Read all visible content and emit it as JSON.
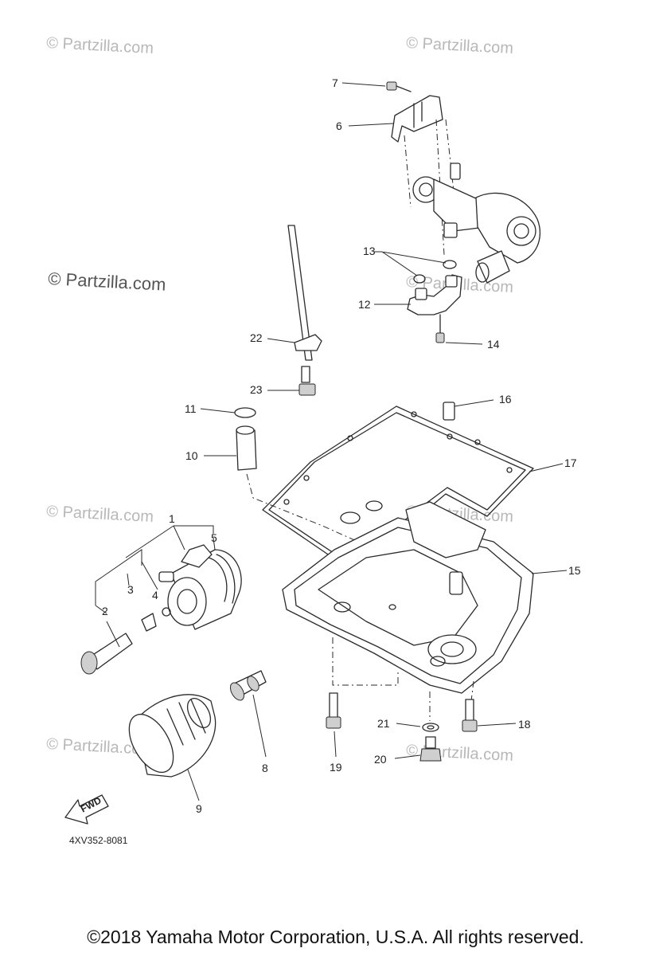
{
  "watermark_text": "© Partzilla.com",
  "copyright": "©2018 Yamaha Motor Corporation, U.S.A. All rights reserved.",
  "diagram_code": "4XV352-8081",
  "fwd_label": "FWD",
  "callouts": [
    "1",
    "2",
    "3",
    "4",
    "5",
    "6",
    "7",
    "8",
    "9",
    "10",
    "11",
    "12",
    "13",
    "14",
    "15",
    "16",
    "17",
    "18",
    "19",
    "20",
    "21",
    "22",
    "23"
  ]
}
